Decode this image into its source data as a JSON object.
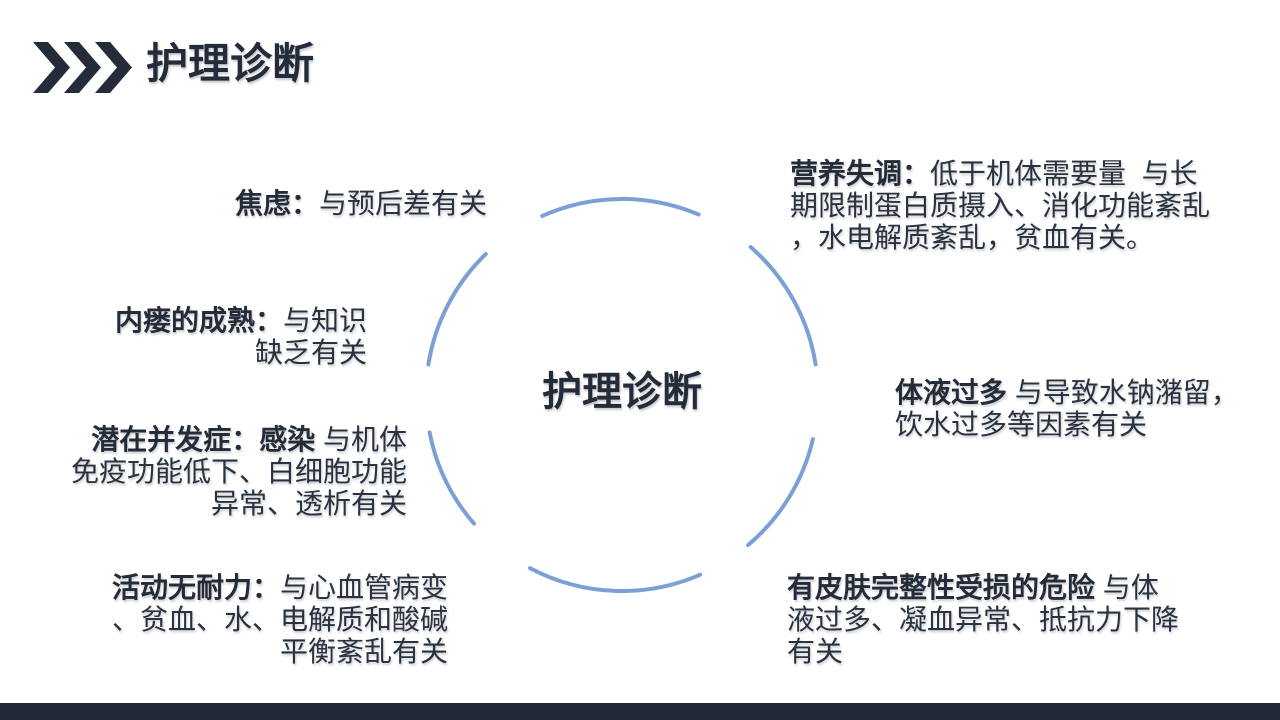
{
  "header": {
    "title": "护理诊断"
  },
  "diagram": {
    "center_label": "护理诊断",
    "ring_color": "#7CA0D6"
  },
  "colors": {
    "text": "#2A3240",
    "heading": "#252C39",
    "ring": "#7CA0D6",
    "bottom_bar": "#232A37",
    "background": "#FFFFFF"
  },
  "blocks": {
    "anxiety": {
      "lines": [
        [
          {
            "t": "焦虑：",
            "b": 1
          },
          {
            "t": "与预后差有关",
            "b": 0
          }
        ]
      ]
    },
    "fistula": {
      "lines": [
        [
          {
            "t": "内瘘的成熟：",
            "b": 1
          },
          {
            "t": "与知识",
            "b": 0
          }
        ],
        [
          {
            "t": "缺乏有关",
            "b": 0
          }
        ]
      ]
    },
    "complication": {
      "lines": [
        [
          {
            "t": "潜在并发症：感染",
            "b": 1
          },
          {
            "t": " 与机体",
            "b": 0
          }
        ],
        [
          {
            "t": "免疫功能低下、白细胞功能",
            "b": 0
          }
        ],
        [
          {
            "t": "异常、透析有关",
            "b": 0
          }
        ]
      ]
    },
    "activity": {
      "lines": [
        [
          {
            "t": "活动无耐力：",
            "b": 1
          },
          {
            "t": "与心血管病变",
            "b": 0
          }
        ],
        [
          {
            "t": "、贫血、水、电解质和酸碱",
            "b": 0
          }
        ],
        [
          {
            "t": "平衡紊乱有关",
            "b": 0
          }
        ]
      ]
    },
    "nutrition": {
      "lines": [
        [
          {
            "t": "营养失调：",
            "b": 1
          },
          {
            "t": "低于机体需要量  与长",
            "b": 0
          }
        ],
        [
          {
            "t": "期限制蛋白质摄入、消化功能紊乱",
            "b": 0
          }
        ],
        [
          {
            "t": "，水电解质紊乱，贫血有关。",
            "b": 0
          }
        ]
      ]
    },
    "fluid": {
      "lines": [
        [
          {
            "t": "体液过多",
            "b": 1
          },
          {
            "t": " 与导致水钠潴留，",
            "b": 0
          }
        ],
        [
          {
            "t": "饮水过多等因素有关",
            "b": 0
          }
        ]
      ]
    },
    "skin": {
      "lines": [
        [
          {
            "t": "有皮肤完整性受损的危险",
            "b": 1
          },
          {
            "t": " 与体",
            "b": 0
          }
        ],
        [
          {
            "t": "液过多、凝血异常、抵抗力下降",
            "b": 0
          }
        ],
        [
          {
            "t": "有关",
            "b": 0
          }
        ]
      ]
    }
  }
}
